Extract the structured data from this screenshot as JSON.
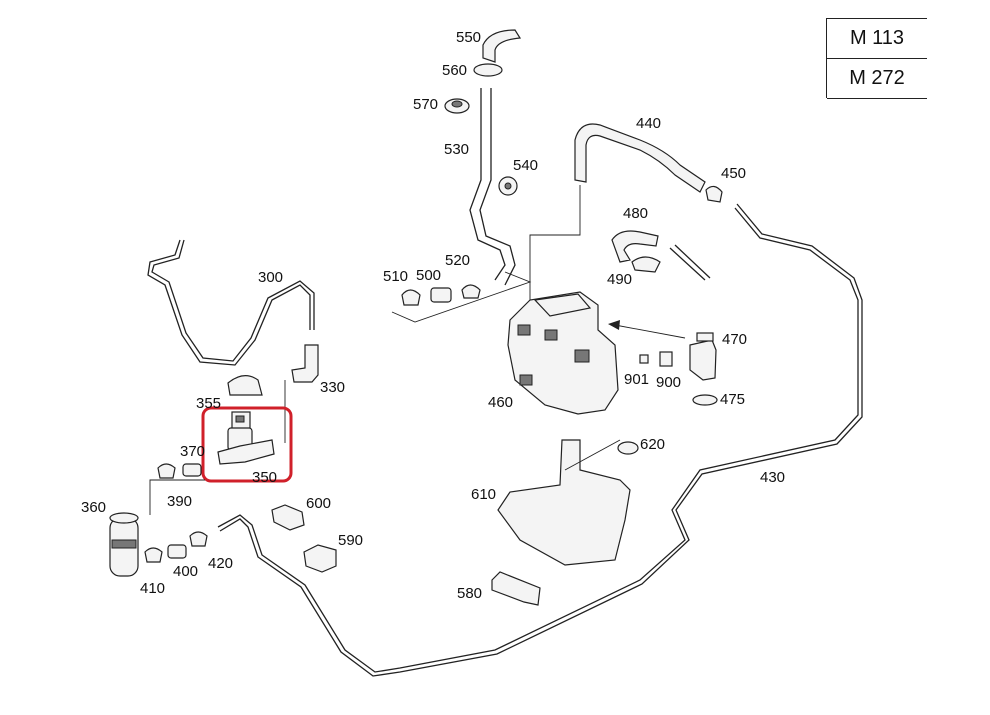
{
  "engines": [
    "M 113",
    "M 272"
  ],
  "highlight_color": "#d0202a",
  "callouts": {
    "p550": "550",
    "p560": "560",
    "p570": "570",
    "p530": "530",
    "p540": "540",
    "p520": "520",
    "p510": "510",
    "p500": "500",
    "p440": "440",
    "p450": "450",
    "p480": "480",
    "p490": "490",
    "p470": "470",
    "p475": "475",
    "p900": "900",
    "p901": "901",
    "p460": "460",
    "p620": "620",
    "p610": "610",
    "p430": "430",
    "p580": "580",
    "p300": "300",
    "p330": "330",
    "p355": "355",
    "p370": "370",
    "p350": "350",
    "p390": "390",
    "p360": "360",
    "p600": "600",
    "p590": "590",
    "p420": "420",
    "p400": "400",
    "p410": "410"
  }
}
